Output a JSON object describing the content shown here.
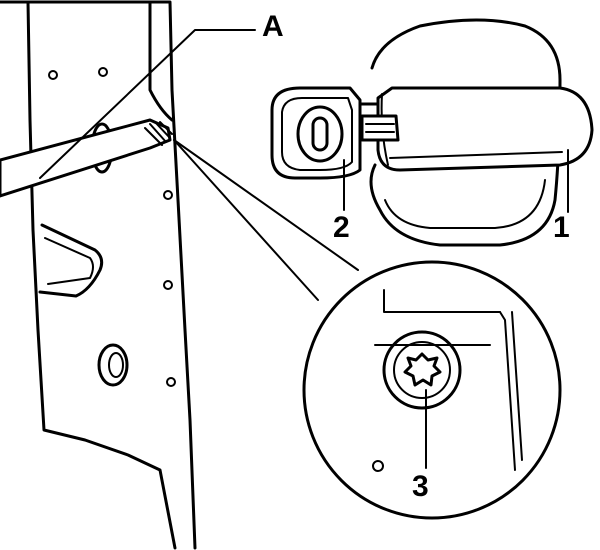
{
  "callouts": {
    "a": "A",
    "one": "1",
    "two": "2",
    "three": "3"
  },
  "colors": {
    "ink": "#000000",
    "paper": "#ffffff"
  }
}
